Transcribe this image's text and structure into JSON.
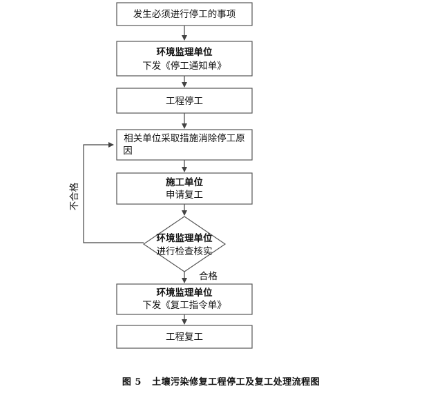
{
  "nodes": {
    "event": {
      "lines": [
        "发生必须进行停工的事项"
      ]
    },
    "stop_notice": {
      "lines": [
        "环境监理单位",
        "下发《停工通知单》"
      ]
    },
    "stop": {
      "lines": [
        "工程停工"
      ]
    },
    "eliminate": {
      "lines": [
        "相关单位采取措施消除停工原",
        "因"
      ]
    },
    "apply": {
      "lines": [
        "施工单位",
        "申请复工"
      ]
    },
    "inspect": {
      "lines": [
        "环境监理单位",
        "进行检查核实"
      ]
    },
    "resume_notice": {
      "lines": [
        "环境监理单位",
        "下发《复工指令单》"
      ]
    },
    "resume": {
      "lines": [
        "工程复工"
      ]
    }
  },
  "edges": {
    "pass_label": "合格",
    "fail_label": "不合格"
  },
  "caption": {
    "figure_no": "图 5",
    "title": "土壤污染修复工程停工及复工处理流程图"
  }
}
